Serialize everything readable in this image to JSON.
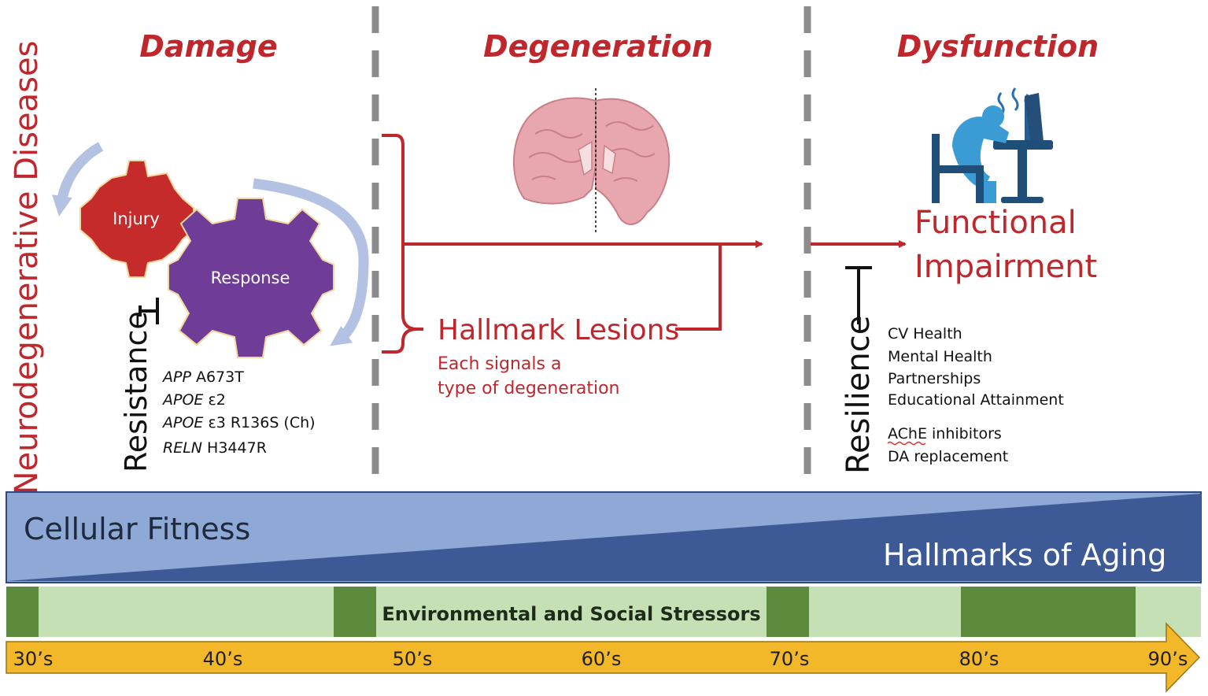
{
  "stages": {
    "damage": "Damage",
    "degeneration": "Degeneration",
    "dysfunction": "Dysfunction"
  },
  "side_label": "Neurodegenerative Diseases",
  "gears": {
    "injury": "Injury",
    "response": "Response"
  },
  "resistance": {
    "label": "Resistance",
    "variants": [
      {
        "gene": "APP",
        "variant": " A673T"
      },
      {
        "gene": "APOE",
        "variant": " ε2"
      },
      {
        "gene": "APOE",
        "variant": " ε3 R136S (Ch)"
      },
      {
        "gene": "RELN",
        "variant": " H3447R"
      }
    ]
  },
  "lesions": {
    "title": "Hallmark Lesions",
    "sub1": "Each signals a",
    "sub2": "type of degeneration"
  },
  "impairment": {
    "line1": "Functional",
    "line2": "Impairment"
  },
  "resilience": {
    "label": "Resilience",
    "factors": [
      "CV Health",
      "Mental Health",
      "Partnerships",
      "Educational Attainment"
    ],
    "treatments": [
      "AChE inhibitors",
      "DA replacement"
    ]
  },
  "fitness": {
    "left": "Cellular Fitness",
    "right": "Hallmarks of Aging"
  },
  "stressors": "Environmental and Social Stressors",
  "timeline": [
    "30’s",
    "40’s",
    "50’s",
    "60’s",
    "70’s",
    "80’s",
    "90’s"
  ],
  "colors": {
    "accent_red": "#c0272d",
    "injury_gear": "#c62b2b",
    "response_gear": "#6f3c98",
    "fitness_light": "#8fa9d7",
    "aging_dark": "#3d5a96",
    "stress_light": "#c5e0b5",
    "stress_dark": "#5b8a3c",
    "timeline": "#f3b72a"
  }
}
